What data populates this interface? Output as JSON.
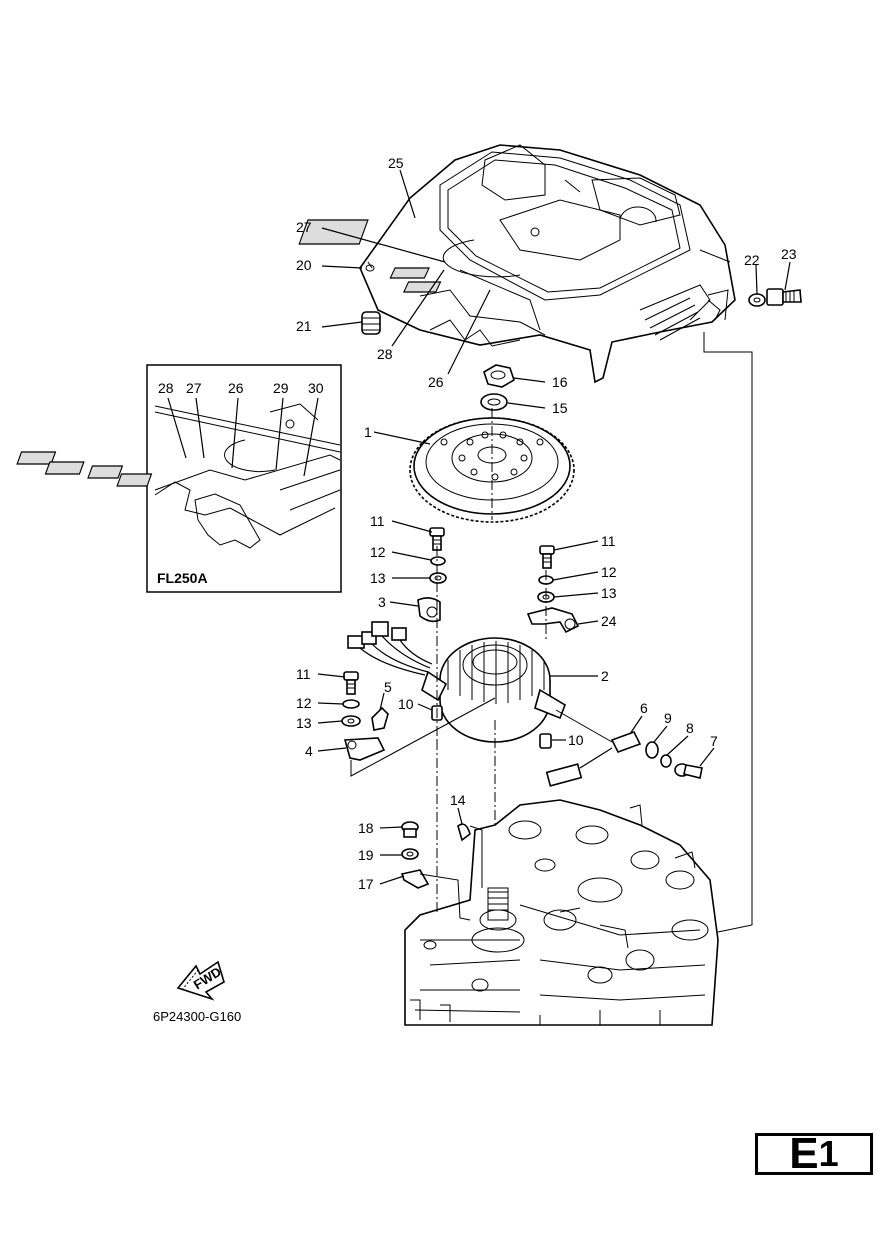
{
  "diagram": {
    "drawing_code": "6P24300-G160",
    "fwd_label": "FWD",
    "inset": {
      "title": "FL250A",
      "labels": [
        "28",
        "27",
        "26",
        "29",
        "30"
      ]
    },
    "callouts": [
      {
        "id": "c25",
        "text": "25"
      },
      {
        "id": "c27",
        "text": "27"
      },
      {
        "id": "c20",
        "text": "20"
      },
      {
        "id": "c21",
        "text": "21"
      },
      {
        "id": "c28",
        "text": "28"
      },
      {
        "id": "c26",
        "text": "26"
      },
      {
        "id": "c22",
        "text": "22"
      },
      {
        "id": "c23",
        "text": "23"
      },
      {
        "id": "c16",
        "text": "16"
      },
      {
        "id": "c15",
        "text": "15"
      },
      {
        "id": "c1",
        "text": "1"
      },
      {
        "id": "c11a",
        "text": "11"
      },
      {
        "id": "c12a",
        "text": "12"
      },
      {
        "id": "c13a",
        "text": "13"
      },
      {
        "id": "c3",
        "text": "3"
      },
      {
        "id": "c11b",
        "text": "11"
      },
      {
        "id": "c12b",
        "text": "12"
      },
      {
        "id": "c13b",
        "text": "13"
      },
      {
        "id": "c24",
        "text": "24"
      },
      {
        "id": "c2",
        "text": "2"
      },
      {
        "id": "c11c",
        "text": "11"
      },
      {
        "id": "c5",
        "text": "5"
      },
      {
        "id": "c12c",
        "text": "12"
      },
      {
        "id": "c10a",
        "text": "10"
      },
      {
        "id": "c13c",
        "text": "13"
      },
      {
        "id": "c4",
        "text": "4"
      },
      {
        "id": "c10b",
        "text": "10"
      },
      {
        "id": "c6",
        "text": "6"
      },
      {
        "id": "c9",
        "text": "9"
      },
      {
        "id": "c8",
        "text": "8"
      },
      {
        "id": "c7",
        "text": "7"
      },
      {
        "id": "c14",
        "text": "14"
      },
      {
        "id": "c18",
        "text": "18"
      },
      {
        "id": "c19",
        "text": "19"
      },
      {
        "id": "c17",
        "text": "17"
      }
    ]
  },
  "section_tab": {
    "letter": "E",
    "number": "1"
  }
}
